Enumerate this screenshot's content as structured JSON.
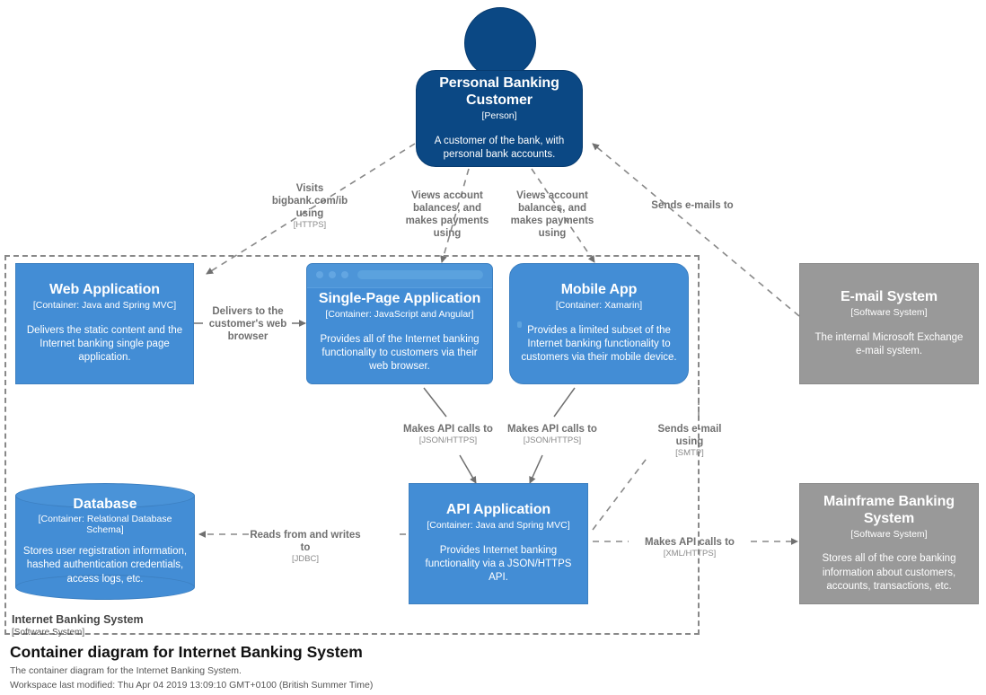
{
  "diagram": {
    "title": "Container diagram for Internet Banking System",
    "subtitle": "The container diagram for the Internet Banking System.",
    "modified": "Workspace last modified: Thu Apr 04 2019 13:09:10 GMT+0100 (British Summer Time)",
    "colors": {
      "person": "#0B4884",
      "container": "#438DD5",
      "external_system": "#999999",
      "boundary": "#888888",
      "edge": "#707070"
    }
  },
  "boundary": {
    "name": "Internet Banking System",
    "type": "[Software System]"
  },
  "nodes": {
    "customer": {
      "name": "Personal Banking Customer",
      "tech": "[Person]",
      "desc": "A customer of the bank, with personal bank accounts."
    },
    "web_application": {
      "name": "Web Application",
      "tech": "[Container: Java and Spring MVC]",
      "desc": "Delivers the static content and the Internet banking single page application."
    },
    "single_page_application": {
      "name": "Single-Page Application",
      "tech": "[Container: JavaScript and Angular]",
      "desc": "Provides all of the Internet banking functionality to customers via their web browser."
    },
    "mobile_app": {
      "name": "Mobile App",
      "tech": "[Container: Xamarin]",
      "desc": "Provides a limited subset of the Internet banking functionality to customers via their mobile device."
    },
    "email_system": {
      "name": "E-mail System",
      "tech": "[Software System]",
      "desc": "The internal Microsoft Exchange e-mail system."
    },
    "database": {
      "name": "Database",
      "tech": "[Container: Relational Database Schema]",
      "desc": "Stores user registration information, hashed authentication credentials, access logs, etc."
    },
    "api_application": {
      "name": "API Application",
      "tech": "[Container: Java and Spring MVC]",
      "desc": "Provides Internet banking functionality via a JSON/HTTPS API."
    },
    "mainframe_banking_system": {
      "name": "Mainframe Banking System",
      "tech": "[Software System]",
      "desc": "Stores all of the core banking information about customers, accounts, transactions, etc."
    }
  },
  "edges": {
    "visits_web": {
      "label": "Visits bigbank.com/ib using",
      "tech": "[HTTPS]"
    },
    "views_spa": {
      "label": "Views account balances, and makes payments using",
      "tech": ""
    },
    "views_mobile": {
      "label": "Views account balances, and makes payments using",
      "tech": ""
    },
    "sends_emails_to": {
      "label": "Sends e-mails to",
      "tech": ""
    },
    "delivers_to_browser": {
      "label": "Delivers to the customer's web browser",
      "tech": ""
    },
    "spa_api_calls": {
      "label": "Makes API calls to",
      "tech": "[JSON/HTTPS]"
    },
    "mobile_api_calls": {
      "label": "Makes API calls to",
      "tech": "[JSON/HTTPS]"
    },
    "sends_email_using": {
      "label": "Sends e-mail using",
      "tech": "[SMTP]"
    },
    "reads_writes_db": {
      "label": "Reads from and writes to",
      "tech": "[JDBC]"
    },
    "mainframe_api_calls": {
      "label": "Makes API calls to",
      "tech": "[XML/HTTPS]"
    }
  }
}
